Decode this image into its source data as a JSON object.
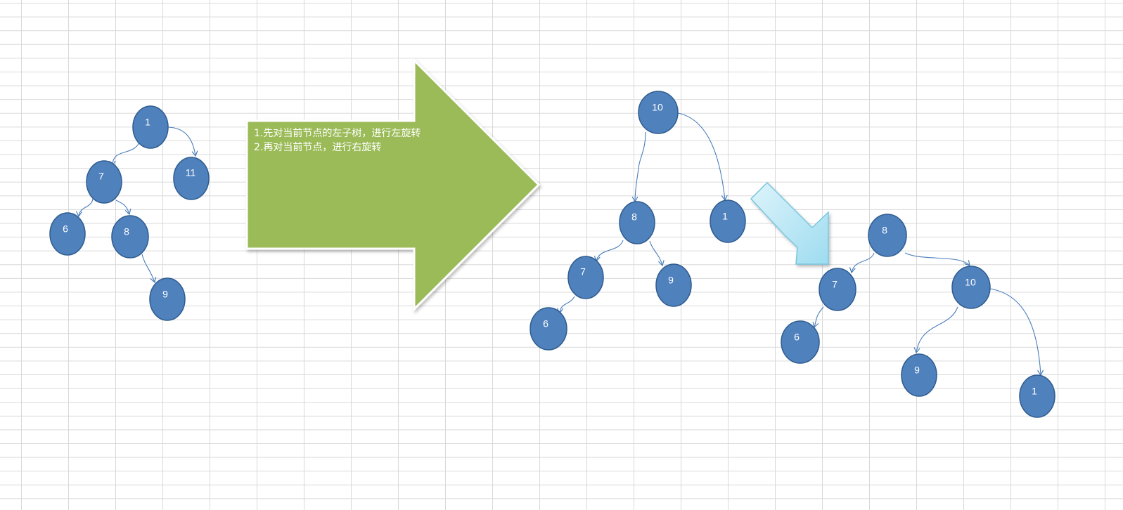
{
  "colors": {
    "node_fill": "#4F81BD",
    "node_stroke": "#2F5C8F",
    "edge": "#4A7EBB",
    "big_arrow_fill": "#9BBB59",
    "small_arrow_fill": "#B7E6F4",
    "grid": "#D9D9D9"
  },
  "big_arrow": {
    "lines": [
      "1.先对当前节点的左子树，进行左旋转",
      "2.再对当前节点，进行右旋转"
    ]
  },
  "trees": {
    "original": {
      "nodes": [
        "1",
        "7",
        "11",
        "6",
        "8",
        "9"
      ]
    },
    "after_left_rotation": {
      "nodes": [
        "10",
        "8",
        "1",
        "7",
        "9",
        "6"
      ]
    },
    "after_right_rotation": {
      "nodes": [
        "8",
        "7",
        "10",
        "6",
        "9",
        "1"
      ]
    }
  }
}
